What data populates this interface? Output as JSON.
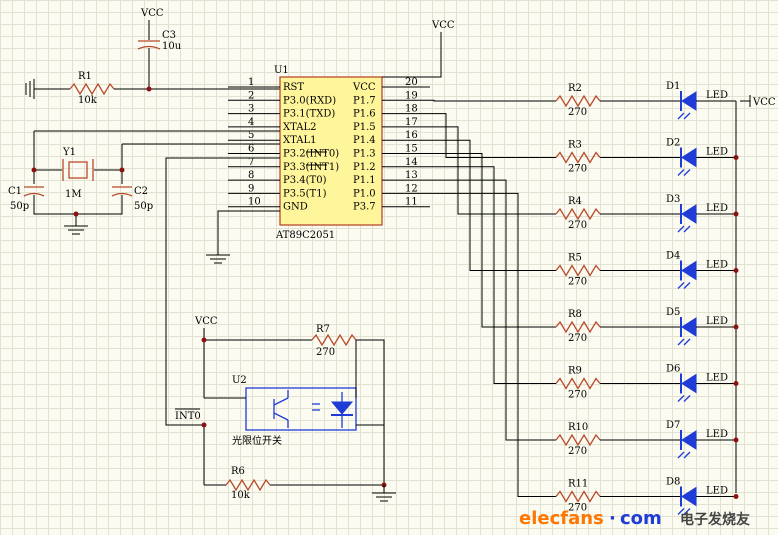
{
  "vcc": "VCC",
  "chip": {
    "ref": "U1",
    "part": "AT89C2051",
    "left_pins": [
      {
        "num": "1",
        "name": "RST"
      },
      {
        "num": "2",
        "name": "P3.0(RXD)"
      },
      {
        "num": "3",
        "name": "P3.1(TXD)"
      },
      {
        "num": "4",
        "name": "XTAL2"
      },
      {
        "num": "5",
        "name": "XTAL1"
      },
      {
        "num": "6",
        "name": "P3.2(INT0)"
      },
      {
        "num": "7",
        "name": "P3.3(INT1)"
      },
      {
        "num": "8",
        "name": "P3.4(T0)"
      },
      {
        "num": "9",
        "name": "P3.5(T1)"
      },
      {
        "num": "10",
        "name": "GND"
      }
    ],
    "right_pins": [
      {
        "num": "20",
        "name": "VCC"
      },
      {
        "num": "19",
        "name": "P1.7"
      },
      {
        "num": "18",
        "name": "P1.6"
      },
      {
        "num": "17",
        "name": "P1.5"
      },
      {
        "num": "16",
        "name": "P1.4"
      },
      {
        "num": "15",
        "name": "P1.3"
      },
      {
        "num": "14",
        "name": "P1.2"
      },
      {
        "num": "13",
        "name": "P1.1"
      },
      {
        "num": "12",
        "name": "P1.0"
      },
      {
        "num": "11",
        "name": "P3.7"
      }
    ]
  },
  "components": {
    "c3": {
      "ref": "C3",
      "value": "10u"
    },
    "r1": {
      "ref": "R1",
      "value": "10k"
    },
    "y1": {
      "ref": "Y1",
      "value": "1M"
    },
    "c1": {
      "ref": "C1",
      "value": "50p"
    },
    "c2": {
      "ref": "C2",
      "value": "50p"
    },
    "r7": {
      "ref": "R7",
      "value": "270"
    },
    "u2": {
      "ref": "U2",
      "label": "光限位开关"
    },
    "r6": {
      "ref": "R6",
      "value": "10k"
    },
    "int0": "INT0"
  },
  "leds": [
    {
      "r": "R2",
      "rv": "270",
      "d": "D1",
      "l": "LED"
    },
    {
      "r": "R3",
      "rv": "270",
      "d": "D2",
      "l": "LED"
    },
    {
      "r": "R4",
      "rv": "270",
      "d": "D3",
      "l": "LED"
    },
    {
      "r": "R5",
      "rv": "270",
      "d": "D4",
      "l": "LED"
    },
    {
      "r": "R8",
      "rv": "270",
      "d": "D5",
      "l": "LED"
    },
    {
      "r": "R9",
      "rv": "270",
      "d": "D6",
      "l": "LED"
    },
    {
      "r": "R10",
      "rv": "270",
      "d": "D7",
      "l": "LED"
    },
    {
      "r": "R11",
      "rv": "270",
      "d": "D8",
      "l": "LED"
    }
  ],
  "watermark": {
    "site": "elecfans",
    "dot": "·",
    "com": "com",
    "cn": "电子发烧友"
  }
}
